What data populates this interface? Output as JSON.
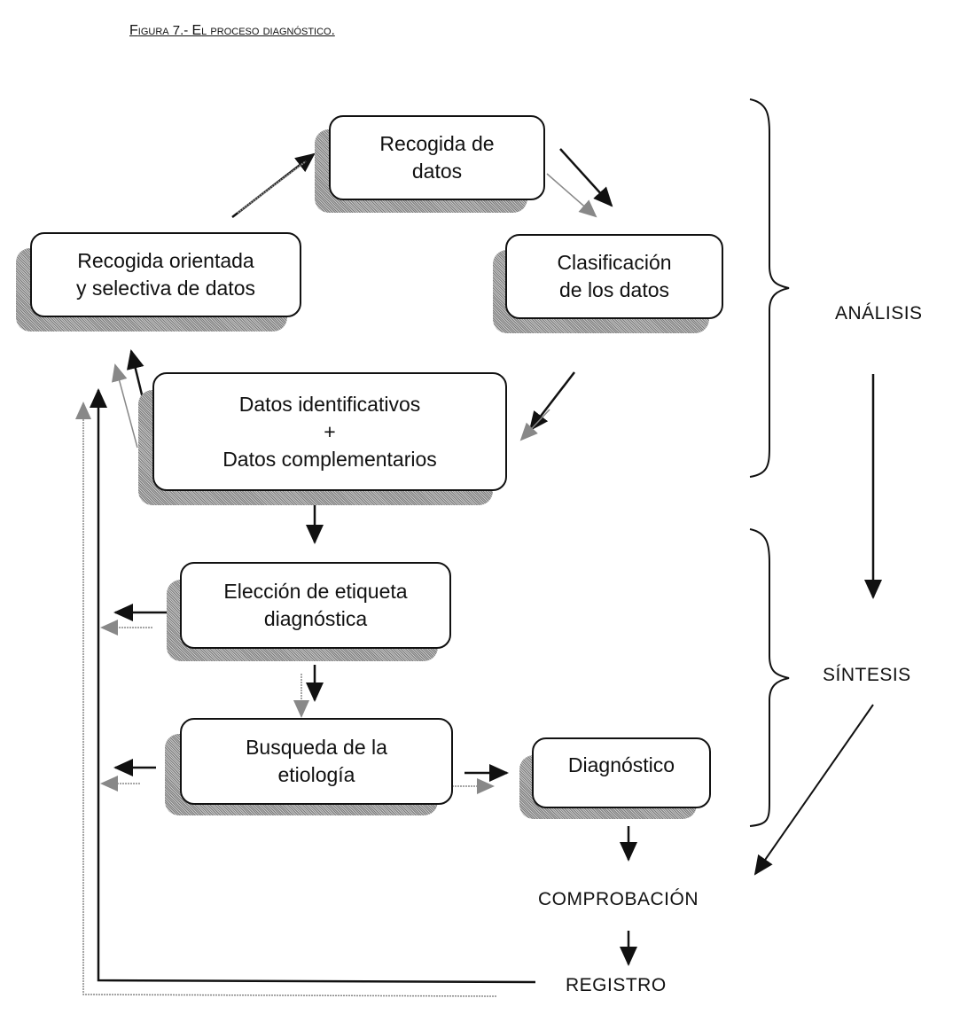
{
  "figure": {
    "title_prefix": "F",
    "title_rest": "igura 7.- ",
    "title_e": "E",
    "title_tail": "l proceso diagnóstico."
  },
  "nodes": {
    "recogida_datos": "Recogida de\ndatos",
    "clasificacion": "Clasificación\nde los datos",
    "recogida_orientada": "Recogida orientada\ny selectiva de datos",
    "datos_ident": "Datos identificativos\n+\nDatos complementarios",
    "eleccion": "Elección de etiqueta\ndiagnóstica",
    "busqueda": "Busqueda de la\netiología",
    "diagnostico": "Diagnóstico"
  },
  "labels": {
    "analisis": "ANÁLISIS",
    "sintesis": "SÍNTESIS",
    "comprobacion": "COMPROBACIÓN",
    "registro": "REGISTRO"
  },
  "colors": {
    "ink": "#111111",
    "shadow": "#9a9a9a",
    "dotted": "#888888"
  }
}
